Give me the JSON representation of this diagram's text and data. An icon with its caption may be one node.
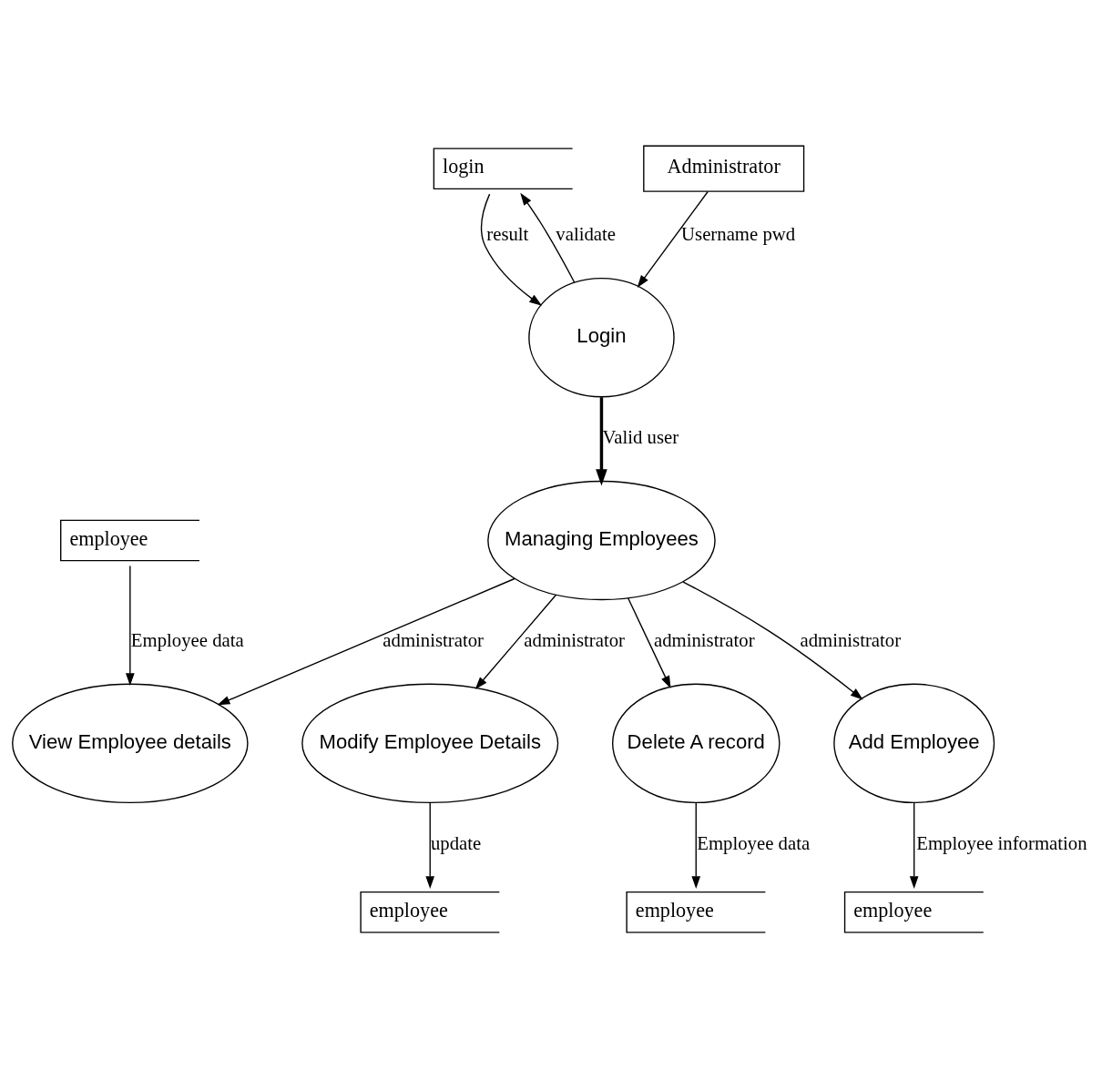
{
  "diagram": {
    "nodes": [
      {
        "text": [
          "login"
        ]
      },
      {
        "text": [
          "Administrator"
        ]
      },
      {
        "text": [
          "Login"
        ]
      },
      {
        "text": [
          "Add Employee"
        ]
      },
      {
        "text": [
          "employee"
        ]
      },
      {
        "text": [
          "Managing Employees"
        ]
      },
      {
        "text": [
          "View Employee details"
        ]
      },
      {
        "text": [
          "Modify Employee Details"
        ]
      },
      {
        "text": [
          "Delete A record"
        ]
      },
      {
        "text": [
          "employee"
        ]
      },
      {
        "text": [
          "employee"
        ]
      },
      {
        "text": [
          "employee"
        ]
      }
    ],
    "edges": [
      {
        "from": 2,
        "to": 0,
        "arrow": "to",
        "label": "validate"
      },
      {
        "from": 0,
        "to": 2,
        "arrow": "to",
        "label": "result"
      },
      {
        "from": 1,
        "to": 2,
        "arrow": "to",
        "label": "Username pwd"
      },
      {
        "from": 2,
        "to": 5,
        "arrow": "to",
        "label": "Valid user",
        "style": "thick"
      },
      {
        "from": 5,
        "to": 3,
        "arrow": "to",
        "label": "administrator"
      },
      {
        "from": 3,
        "to": 4,
        "arrow": "to",
        "label": "Employee information"
      },
      {
        "from": 5,
        "to": 6,
        "arrow": "to",
        "label": "administrator"
      },
      {
        "from": 5,
        "to": 8,
        "arrow": "to",
        "label": "administrator"
      },
      {
        "from": 5,
        "to": 7,
        "arrow": "to",
        "label": "administrator"
      },
      {
        "from": 7,
        "to": 9,
        "arrow": "to",
        "label": "update"
      },
      {
        "from": 10,
        "to": 6,
        "arrow": "to",
        "label": "Employee data"
      },
      {
        "from": 8,
        "to": 11,
        "arrow": "to",
        "label": "Employee data"
      }
    ]
  }
}
